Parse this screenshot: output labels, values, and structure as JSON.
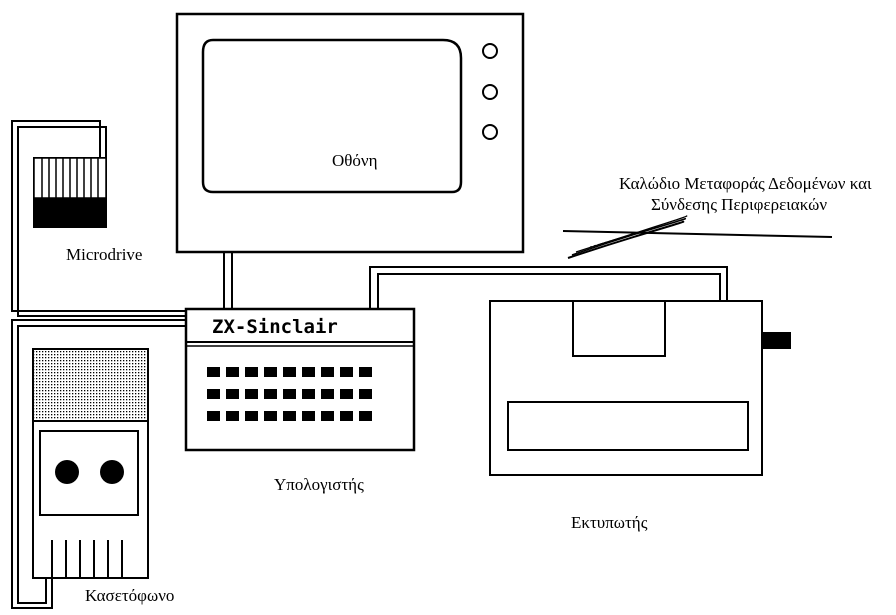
{
  "diagram": {
    "labels": {
      "screen": "Οθόνη",
      "cable_line1": "Καλώδιο Μεταφοράς Δεδομένων και",
      "cable_line2": "Σύνδεσης Περιφερειακών",
      "microdrive": "Microdrive",
      "computer": "Υπολογιστής",
      "printer": "Εκτυπωτής",
      "cassette": "Κασετόφωνο"
    },
    "computer_brand": "ZX-Sinclair",
    "colors": {
      "ink": "#000000",
      "paper": "#ffffff"
    }
  }
}
